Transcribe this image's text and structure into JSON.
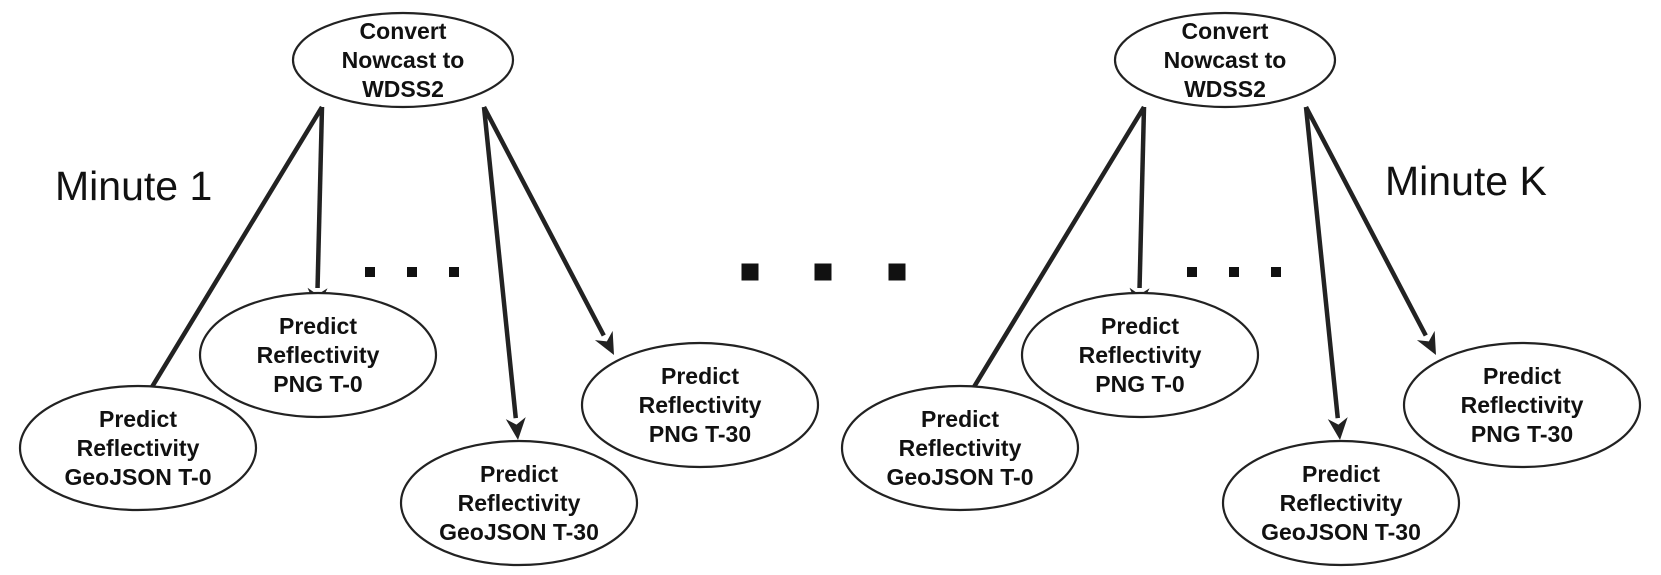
{
  "colors": {
    "stroke": "#222222",
    "text": "#111111",
    "background": "#ffffff"
  },
  "groups": [
    {
      "label": "Minute 1",
      "root": {
        "lines": [
          "Convert",
          "Nowcast to",
          "WDSS2"
        ]
      },
      "children": [
        {
          "lines": [
            "Predict",
            "Reflectivity",
            "GeoJSON T-0"
          ]
        },
        {
          "lines": [
            "Predict",
            "Reflectivity",
            "PNG T-0"
          ]
        },
        {
          "lines": [
            "Predict",
            "Reflectivity",
            "GeoJSON T-30"
          ]
        },
        {
          "lines": [
            "Predict",
            "Reflectivity",
            "PNG T-30"
          ]
        }
      ],
      "ellipsis": "..."
    },
    {
      "label": "Minute K",
      "root": {
        "lines": [
          "Convert",
          "Nowcast to",
          "WDSS2"
        ]
      },
      "children": [
        {
          "lines": [
            "Predict",
            "Reflectivity",
            "GeoJSON T-0"
          ]
        },
        {
          "lines": [
            "Predict",
            "Reflectivity",
            "PNG T-0"
          ]
        },
        {
          "lines": [
            "Predict",
            "Reflectivity",
            "GeoJSON T-30"
          ]
        },
        {
          "lines": [
            "Predict",
            "Reflectivity",
            "PNG T-30"
          ]
        }
      ],
      "ellipsis": "..."
    }
  ],
  "between_groups_ellipsis": "..."
}
